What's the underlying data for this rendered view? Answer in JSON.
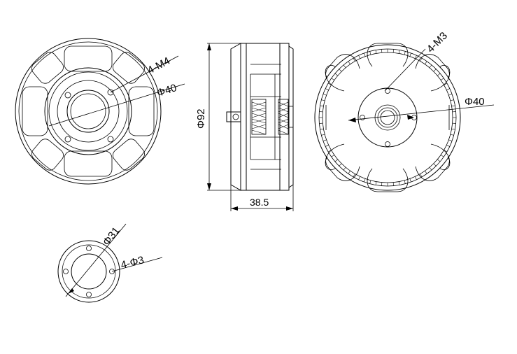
{
  "drawing": {
    "front_mount": {
      "thread_label": "4-M4",
      "diameter_label": "Φ40"
    },
    "side_profile": {
      "diameter_label": "Φ92",
      "width_label": "38.5"
    },
    "rear_view": {
      "thread_label": "4-M3",
      "diameter_label": "Φ40"
    },
    "prop_adapter": {
      "diameter_label": "Φ31",
      "hole_label": "4-Φ3"
    }
  }
}
